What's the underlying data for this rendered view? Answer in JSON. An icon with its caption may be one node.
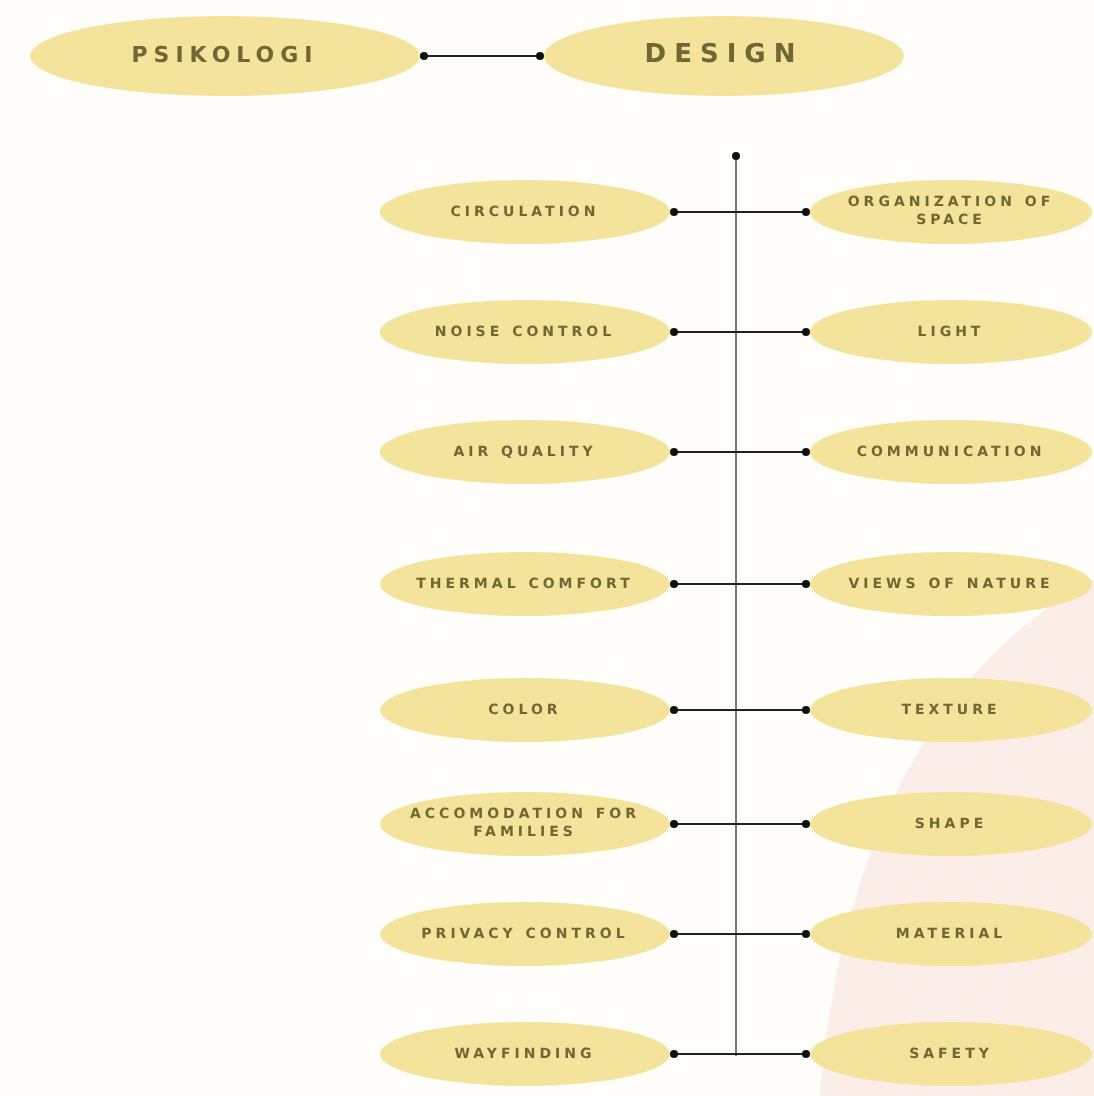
{
  "diagram": {
    "nodes": [
      {
        "text": [
          "PSIKOLOGI"
        ]
      },
      {
        "text": [
          "DESIGN"
        ]
      },
      {
        "text": [
          "CIRCULATION"
        ]
      },
      {
        "text": [
          "ORGANIZATION OF SPACE"
        ]
      },
      {
        "text": [
          "NOISE CONTROL"
        ]
      },
      {
        "text": [
          "LIGHT"
        ]
      },
      {
        "text": [
          "AIR QUALITY"
        ]
      },
      {
        "text": [
          "COMMUNICATION"
        ]
      },
      {
        "text": [
          "THERMAL COMFORT"
        ]
      },
      {
        "text": [
          "VIEWS OF NATURE"
        ]
      },
      {
        "text": [
          "COLOR"
        ]
      },
      {
        "text": [
          "TEXTURE"
        ]
      },
      {
        "text": [
          "ACCOMODATION FOR FAMILIES"
        ]
      },
      {
        "text": [
          "SHAPE"
        ]
      },
      {
        "text": [
          "PRIVACY CONTROL"
        ]
      },
      {
        "text": [
          "MATERIAL"
        ]
      },
      {
        "text": [
          "WAYFINDING"
        ]
      },
      {
        "text": [
          "SAFETY"
        ]
      }
    ],
    "edges": [
      {
        "from": 0,
        "to": 1,
        "arrow": "other"
      },
      {
        "from": 2,
        "to": 3,
        "arrow": "other"
      },
      {
        "from": 4,
        "to": 5,
        "arrow": "other"
      },
      {
        "from": 6,
        "to": 7,
        "arrow": "other"
      },
      {
        "from": 8,
        "to": 9,
        "arrow": "other"
      },
      {
        "from": 10,
        "to": 11,
        "arrow": "other"
      },
      {
        "from": 12,
        "to": 13,
        "arrow": "other"
      },
      {
        "from": 14,
        "to": 15,
        "arrow": "other"
      },
      {
        "from": 16,
        "to": 17,
        "arrow": "other"
      }
    ]
  }
}
